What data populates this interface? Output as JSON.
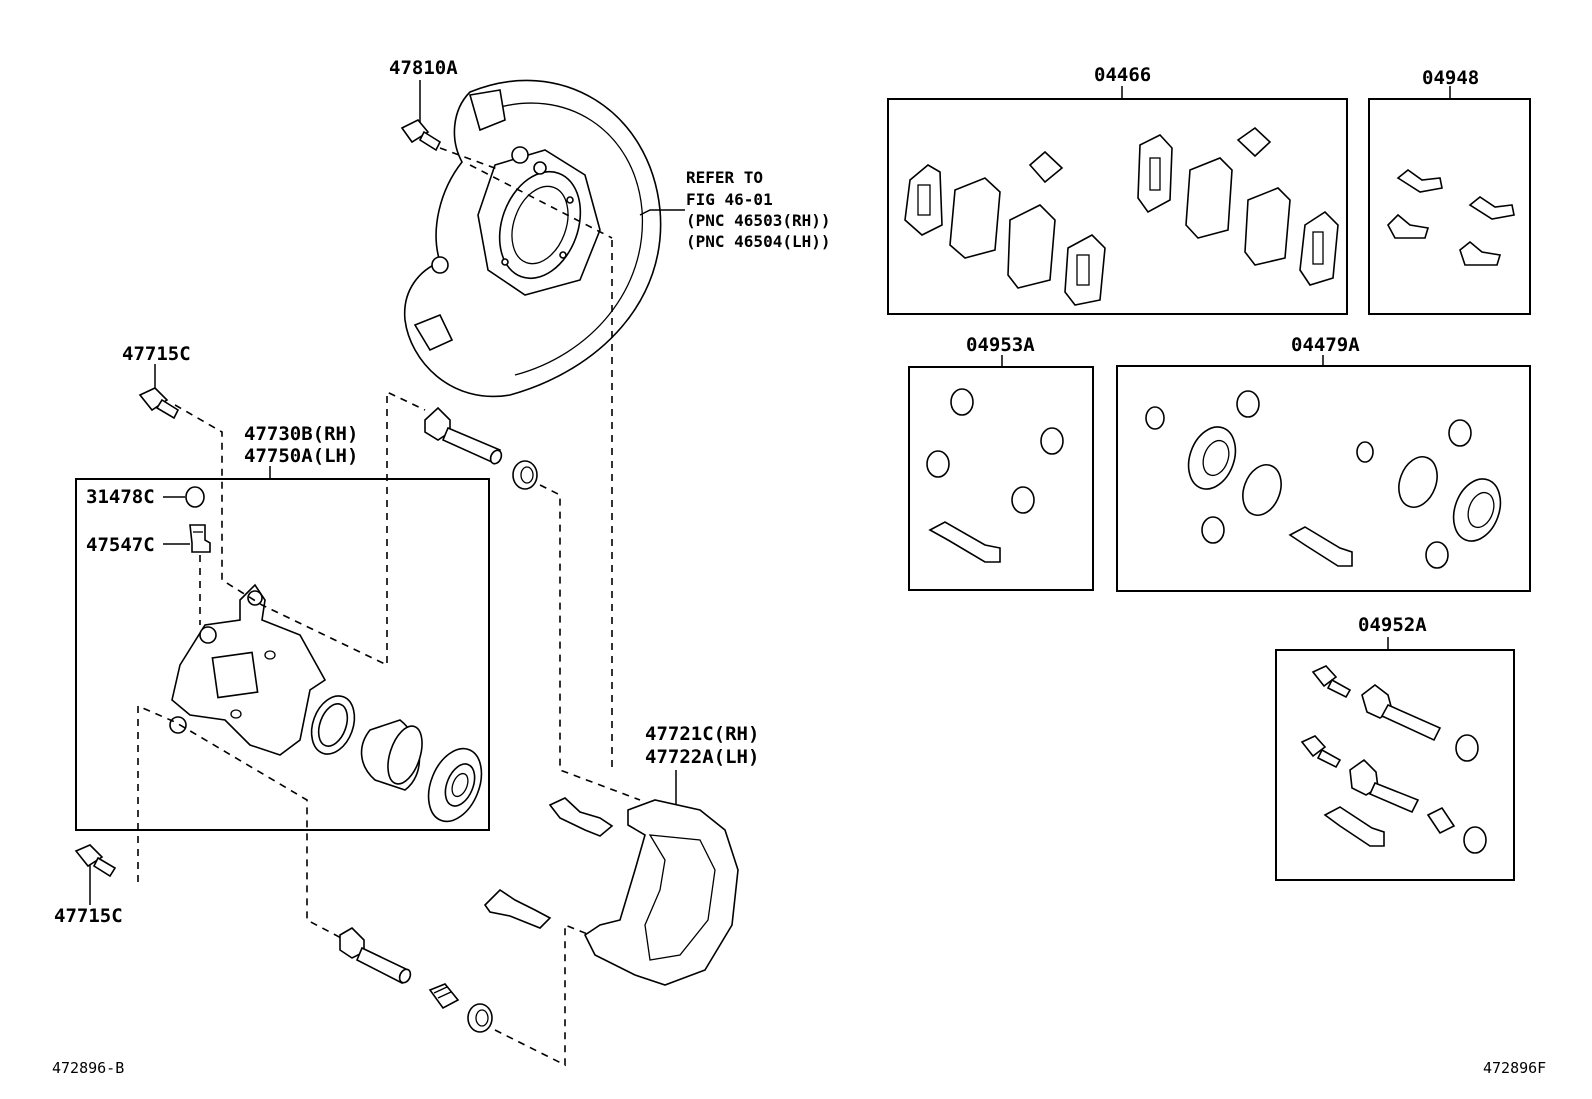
{
  "callouts": {
    "c_47810A": "47810A",
    "c_47715C_top": "47715C",
    "c_47730B": "47730B(RH)",
    "c_47750A": "47750A(LH)",
    "c_31478C": "31478C",
    "c_47547C": "47547C",
    "c_47715C_bottom": "47715C",
    "c_47721C": "47721C(RH)",
    "c_47722A": "47722A(LH)",
    "c_04466": "04466",
    "c_04948": "04948",
    "c_04953A": "04953A",
    "c_04479A": "04479A",
    "c_04952A": "04952A"
  },
  "reference_note": {
    "line1": "REFER TO",
    "line2": "FIG 46-01",
    "line3": "(PNC 46503(RH))",
    "line4": "(PNC 46504(LH))"
  },
  "footer": {
    "left_code": "472896-B",
    "right_code": "472896F"
  }
}
